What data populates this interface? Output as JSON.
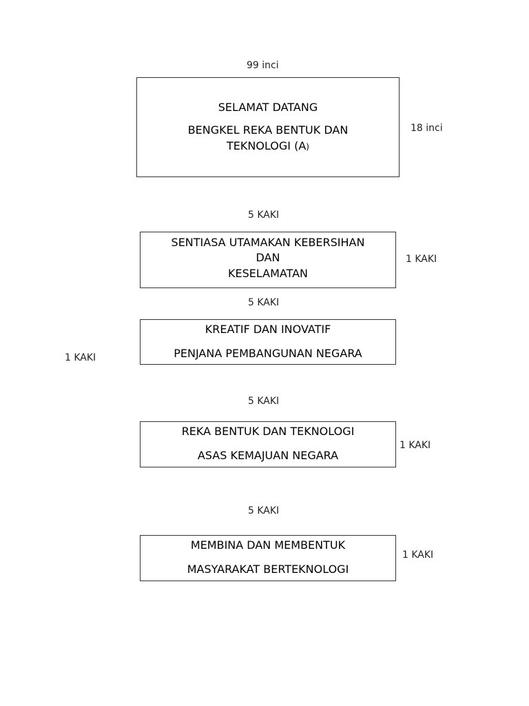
{
  "sign1": {
    "width_label": "99 inci",
    "height_label": "18 inci",
    "line1": "SELAMAT DATANG",
    "line2": "BENGKEL REKA BENTUK DAN",
    "line3_main": "TEKNOLOGI (A",
    "line3_paren": ")"
  },
  "sign2": {
    "width_label": "5 KAKI",
    "height_label": "1 KAKI",
    "line1": "SENTIASA UTAMAKAN KEBERSIHAN",
    "line2": "DAN",
    "line3": "KESELAMATAN"
  },
  "sign3": {
    "width_label": "5 KAKI",
    "height_label": "1 KAKI",
    "line1": "KREATIF DAN INOVATIF",
    "line2": "PENJANA PEMBANGUNAN NEGARA"
  },
  "sign4": {
    "width_label": "5 KAKI",
    "height_label": "1 KAKI",
    "line1": "REKA BENTUK DAN TEKNOLOGI",
    "line2": "ASAS KEMAJUAN NEGARA"
  },
  "sign5": {
    "width_label": "5 KAKI",
    "height_label": "1 KAKI",
    "line1": "MEMBINA DAN MEMBENTUK",
    "line2": "MASYARAKAT BERTEKNOLOGI"
  }
}
